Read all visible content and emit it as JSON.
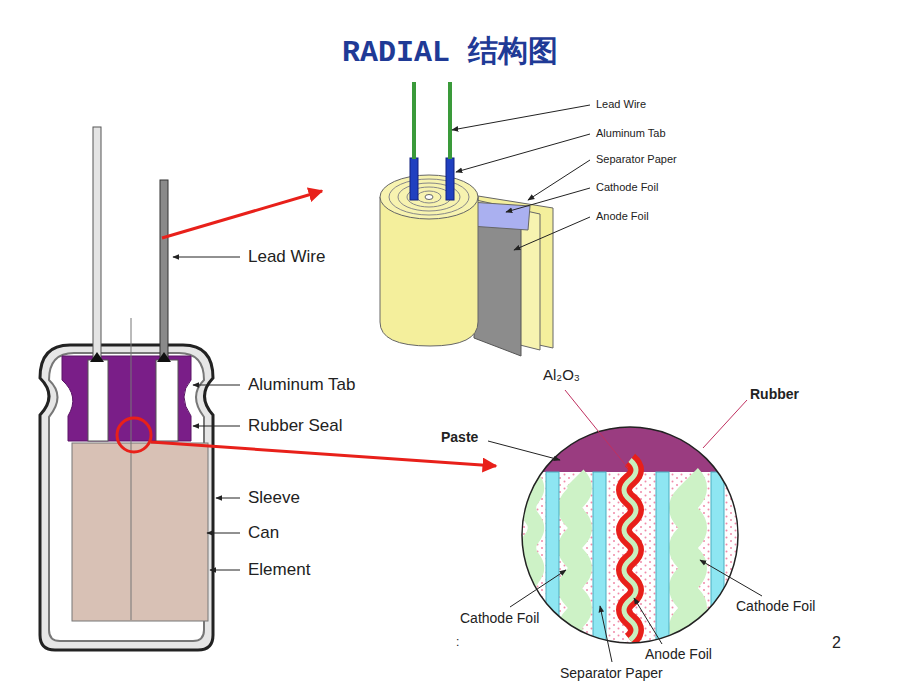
{
  "diagram": {
    "title": "RADIAL 结构图",
    "labels": [
      "Lead Wire",
      "Aluminum Tab",
      "Rubber Seal",
      "Sleeve",
      "Can",
      "Element",
      "Lead Wire",
      "Aluminum Tab",
      "Separator Paper",
      "Cathode Foil",
      "Anode Foil",
      "Al₂O₃",
      "Rubber",
      "Paste",
      "Cathode Foil",
      "Anode Foil",
      "Cathode Foil",
      "Separator Paper",
      ":",
      "2"
    ]
  }
}
